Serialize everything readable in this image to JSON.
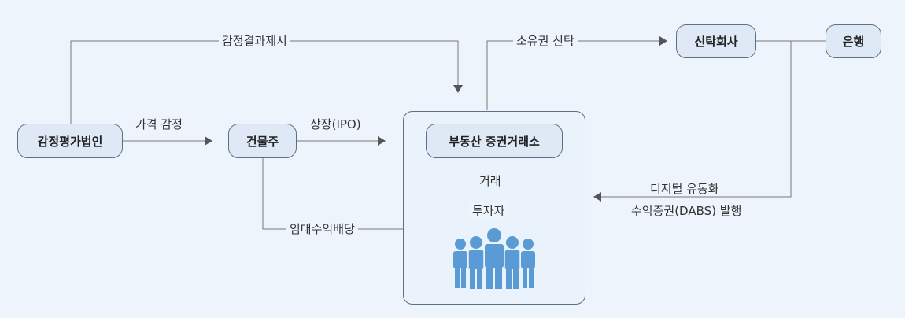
{
  "nodes": {
    "appraiser": "감정평가법인",
    "building_owner": "건물주",
    "exchange": "부동산 증권거래소",
    "trust_company": "신탁회사",
    "bank": "은행",
    "investors": "투자자"
  },
  "edges": {
    "appraisal_result": "감정결과제시",
    "price_appraisal": "가격 감정",
    "listing": "상장(IPO)",
    "rental_dividend": "임대수익배당",
    "ownership_trust": "소유권 신탁",
    "digital_tokenization": "디지털 유동화",
    "dabs_issuance": "수익증권(DABS) 발행",
    "trade": "거래"
  },
  "colors": {
    "line": "#777777",
    "box_fill": "#dfe9f6",
    "box_border": "#5d6f85",
    "investor_icon": "#5b9bd5",
    "background": "#eef4fb"
  }
}
